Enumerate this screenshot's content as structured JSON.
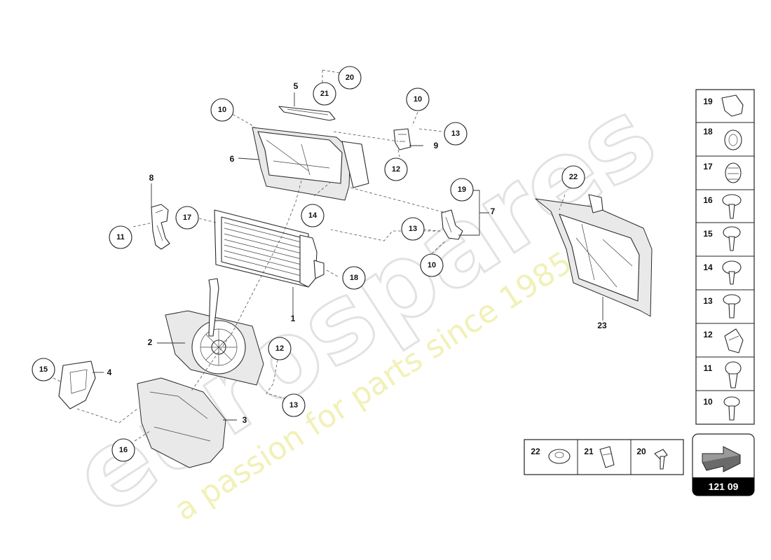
{
  "watermark": {
    "brand": "eurospares",
    "tagline": "a passion for parts since 1985"
  },
  "parts": {
    "p1": "1",
    "p2": "2",
    "p3": "3",
    "p4": "4",
    "p5": "5",
    "p6": "6",
    "p7": "7",
    "p8": "8",
    "p9": "9",
    "p23": "23"
  },
  "callouts": {
    "c20_top": "20",
    "c21_top": "21",
    "c10_left": "10",
    "c10_top": "10",
    "c13_right": "13",
    "c12_mid": "12",
    "c17": "17",
    "c11": "11",
    "c14": "14",
    "c19": "19",
    "c13_mid": "13",
    "c10_mid": "10",
    "c18": "18",
    "c22": "22",
    "c12_low": "12",
    "c15": "15",
    "c13_low": "13",
    "c16": "16"
  },
  "legend_right": [
    "19",
    "18",
    "17",
    "16",
    "15",
    "14",
    "13",
    "12",
    "11",
    "10"
  ],
  "legend_bottom": [
    "22",
    "21",
    "20"
  ],
  "sheet_number": "121 09"
}
